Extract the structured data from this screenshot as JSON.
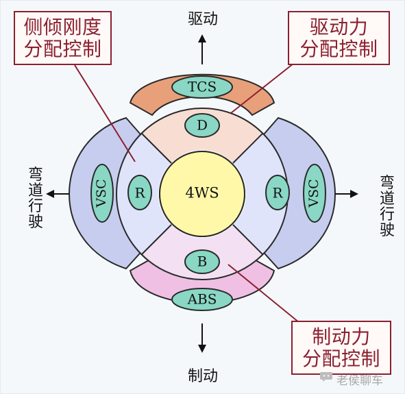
{
  "directions": {
    "top": "驱动",
    "bottom": "制动",
    "left": "弯道行驶",
    "right": "弯道行驶"
  },
  "callouts": {
    "roll": [
      "侧倾刚度",
      "分配控制"
    ],
    "drive": [
      "驱动力",
      "分配控制"
    ],
    "brake": [
      "制动力",
      "分配控制"
    ]
  },
  "systems": {
    "center": "4WS",
    "tcs": "TCS",
    "abs": "ABS",
    "vsc_left": "VSC",
    "vsc_right": "VSC",
    "d": "D",
    "b": "B",
    "r_left": "R",
    "r_right": "R"
  },
  "watermark": "老侯聊车",
  "colors": {
    "accent": "#8b1f2f",
    "tcs_band": "#e7a07a",
    "abs_band": "#efc0e4",
    "vsc_band": "#c7cdef",
    "ring_top": "#f8ddd3",
    "ring_bottom": "#f3e0f2",
    "ring_side": "#dfe4fb",
    "ellipse_fill": "#89d7c4",
    "center_fill": "#fff8a8"
  }
}
